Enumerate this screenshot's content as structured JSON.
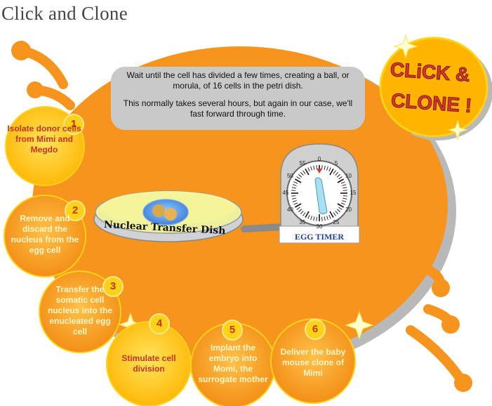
{
  "page": {
    "title": "Click and Clone"
  },
  "logo": {
    "line1": "CLiCK &",
    "line2": "CLONE !"
  },
  "instruction": {
    "paragraph1": "Wait until the cell has divided a few times, creating a ball, or morula, of 16 cells in the petri dish.",
    "paragraph2": "This normally takes several hours, but again in our case, we'll fast forward through time."
  },
  "dish": {
    "label": "Nuclear Transfer Dish"
  },
  "timer": {
    "label": "EGG TIMER",
    "numbers": [
      "0",
      "5",
      "10",
      "15",
      "20",
      "25",
      "30",
      "35",
      "40",
      "45",
      "50",
      "55"
    ]
  },
  "steps": [
    {
      "number": "1",
      "label": "Isolate donor cells from Mimi and Megdo"
    },
    {
      "number": "2",
      "label": "Remove and discard the nucleus from the egg cell"
    },
    {
      "number": "3",
      "label": "Transfer the somatic cell nucleus into the enucleated egg cell"
    },
    {
      "number": "4",
      "label": "Stimulate cell division"
    },
    {
      "number": "5",
      "label": "Implant the embryo into Momi, the surrogate mother"
    },
    {
      "number": "6",
      "label": "Deliver the baby mouse clone of Mimi"
    }
  ],
  "colors": {
    "orange": "#f7941d",
    "orange_dark": "#e8741b",
    "yellow": "#ffd21a",
    "step_text_dark": "#c8341e",
    "step_text_light": "#fff7c8",
    "shadow": "#b9b9b9",
    "logo_red": "#d8372b"
  }
}
